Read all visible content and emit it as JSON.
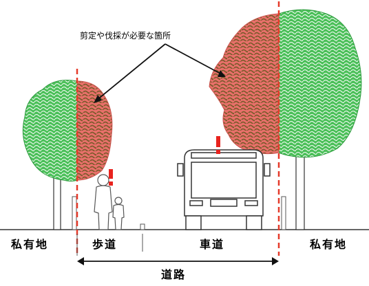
{
  "callout_text": "剪定や伐採が必要な箇所",
  "zones": {
    "private_left": "私有地",
    "sidewalk": "歩道",
    "roadway": "車道",
    "private_right": "私有地"
  },
  "road_label": "道路",
  "colors": {
    "tree_green": "#3cb54a",
    "prune_red": "#e8706a",
    "prune_brown": "#8a5a2a",
    "boundary_line": "#e53a2a",
    "warning": "#e8231e"
  },
  "icons": [
    "warning-exclamation-icon",
    "warning-exclamation-icon"
  ]
}
